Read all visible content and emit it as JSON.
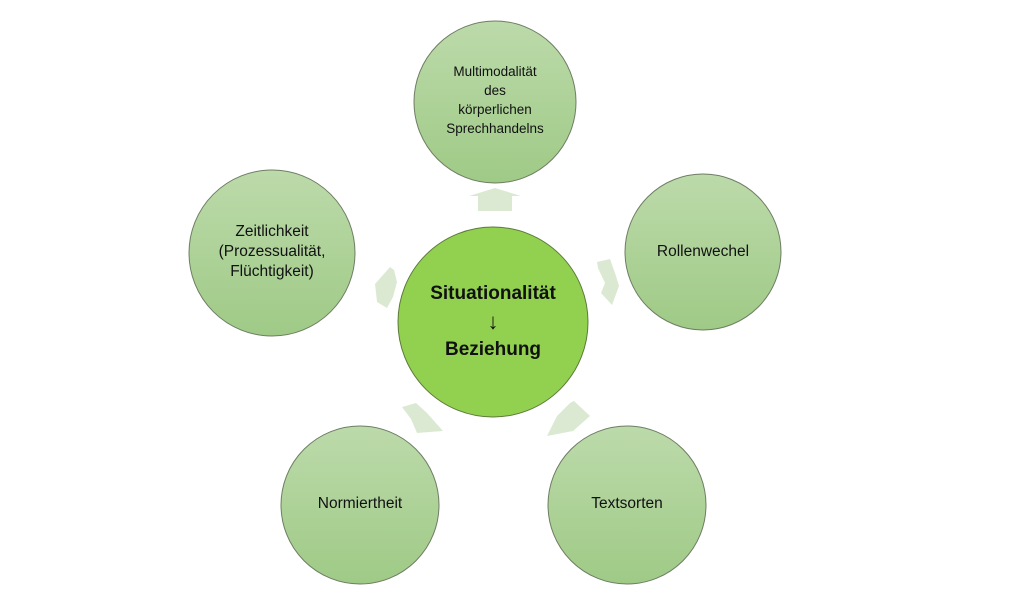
{
  "diagram": {
    "center": {
      "line1": "Situationalität",
      "arrow": "↓",
      "line2": "Beziehung",
      "fill": "#92d050"
    },
    "nodes": [
      {
        "id": "top",
        "lines": [
          "Multimodalität",
          "des",
          "körperlichen",
          "Sprechhandelns"
        ]
      },
      {
        "id": "right",
        "lines": [
          "Rollenwechel"
        ]
      },
      {
        "id": "bottom-right",
        "lines": [
          "Textsorten"
        ]
      },
      {
        "id": "bottom-left",
        "lines": [
          "Normiertheit"
        ]
      },
      {
        "id": "left",
        "lines": [
          "Zeitlichkeit",
          "(Prozessualität,",
          "Flüchtigkeit)"
        ]
      }
    ],
    "colors": {
      "outer_fill_top": "#b8d8a6",
      "outer_fill_bottom": "#a2cb8a",
      "outer_stroke": "#6e7d63",
      "arrow_fill": "#dbe9d3"
    }
  }
}
